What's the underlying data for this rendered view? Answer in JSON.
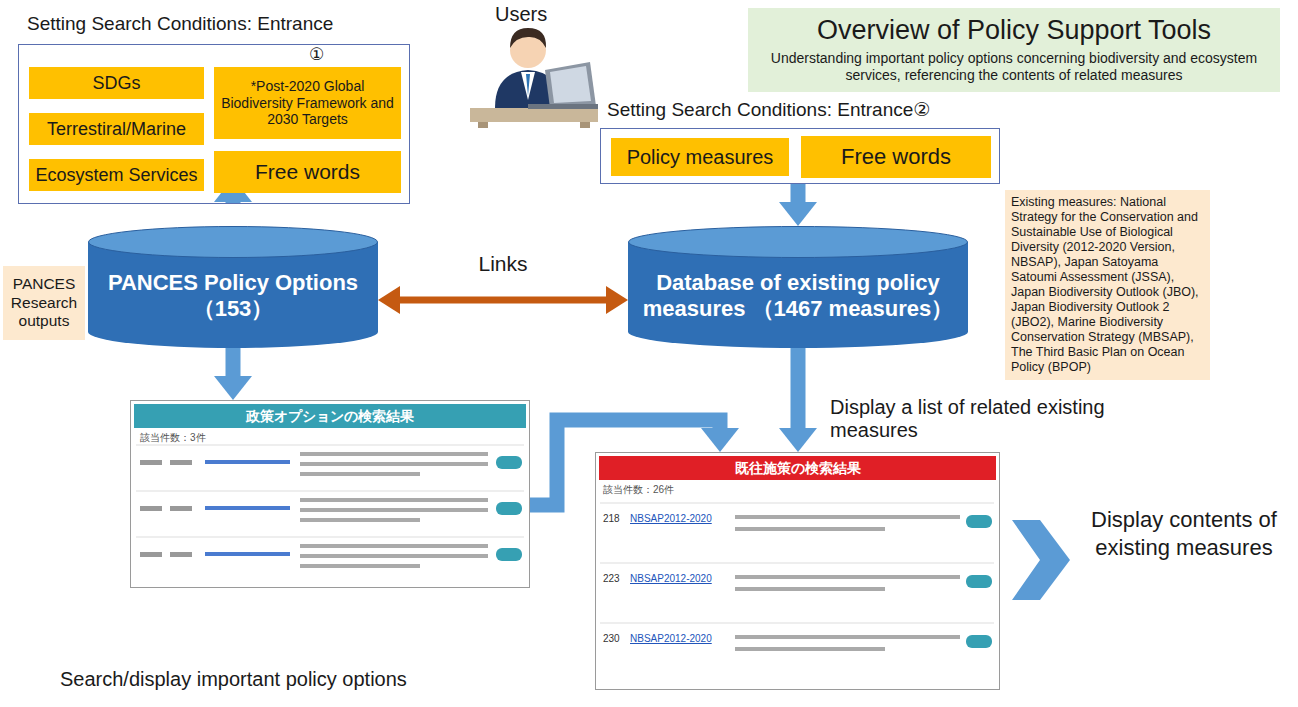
{
  "diagram": {
    "nodes": [
      {
        "text": [
          "Setting Search Conditions: Entrance",
          "①"
        ]
      },
      {
        "text": [
          "SDGs"
        ],
        "in": 0
      },
      {
        "text": [
          "Terrestiral/Marine"
        ],
        "in": 0
      },
      {
        "text": [
          "Ecosystem Services"
        ],
        "in": 0
      },
      {
        "text": [
          "*Post-2020 Global Biodiversity Framework and 2030 Targets"
        ],
        "in": 0
      },
      {
        "text": [
          "Free words"
        ],
        "in": 0
      },
      {
        "text": [
          "Setting Search Conditions: Entrance②"
        ]
      },
      {
        "text": [
          "Policy measures"
        ],
        "in": 6
      },
      {
        "text": [
          "Free words"
        ],
        "in": 6
      },
      {
        "text": [
          "PANCES Policy Options （153）"
        ]
      },
      {
        "text": [
          "Database of existing policy measures （1467 measures）"
        ]
      },
      {
        "text": [
          "PANCES Research outputs"
        ]
      },
      {
        "text": [
          "Existing measures: National Strategy for the Conservation and Sustainable Use of Biological Diversity (2012-2020 Version, NBSAP), Japan Satoyama Satoumi Assessment (JSSA), Japan Biodiversity Outlook (JBO), Japan Biodiversity Outlook 2 (JBO2), Marine Biodiversity Conservation Strategy (MBSAP), The Third Basic Plan on Ocean Policy (BPOP)"
        ]
      },
      {
        "text": [
          "Overview of Policy Support Tools",
          "Understanding important policy options concerning biodiversity and ecosystem services, referencing the contents of related measures"
        ]
      },
      {
        "text": [
          "政策オプションの検索結果"
        ]
      },
      {
        "text": [
          "既往施策の検索結果"
        ]
      }
    ],
    "edges": [
      {
        "from": 0,
        "to": 9,
        "arrow": "to"
      },
      {
        "from": 6,
        "to": 10,
        "arrow": "to"
      },
      {
        "from": 9,
        "to": 10,
        "label": "Links",
        "arrow": "both"
      },
      {
        "from": 9,
        "to": 14,
        "arrow": "to"
      },
      {
        "from": 14,
        "to": 15,
        "arrow": "to"
      },
      {
        "from": 10,
        "to": 15,
        "arrow": "to"
      }
    ],
    "labels": [
      "Users",
      "Display a list of related existing measures",
      "Display contents of existing measures",
      "Search/display important policy options",
      "該当件数：3件",
      "該当件数：26件",
      "218",
      "NBSAP2012-2020",
      "223",
      "NBSAP2012-2020",
      "230",
      "NBSAP2012-2020"
    ]
  }
}
